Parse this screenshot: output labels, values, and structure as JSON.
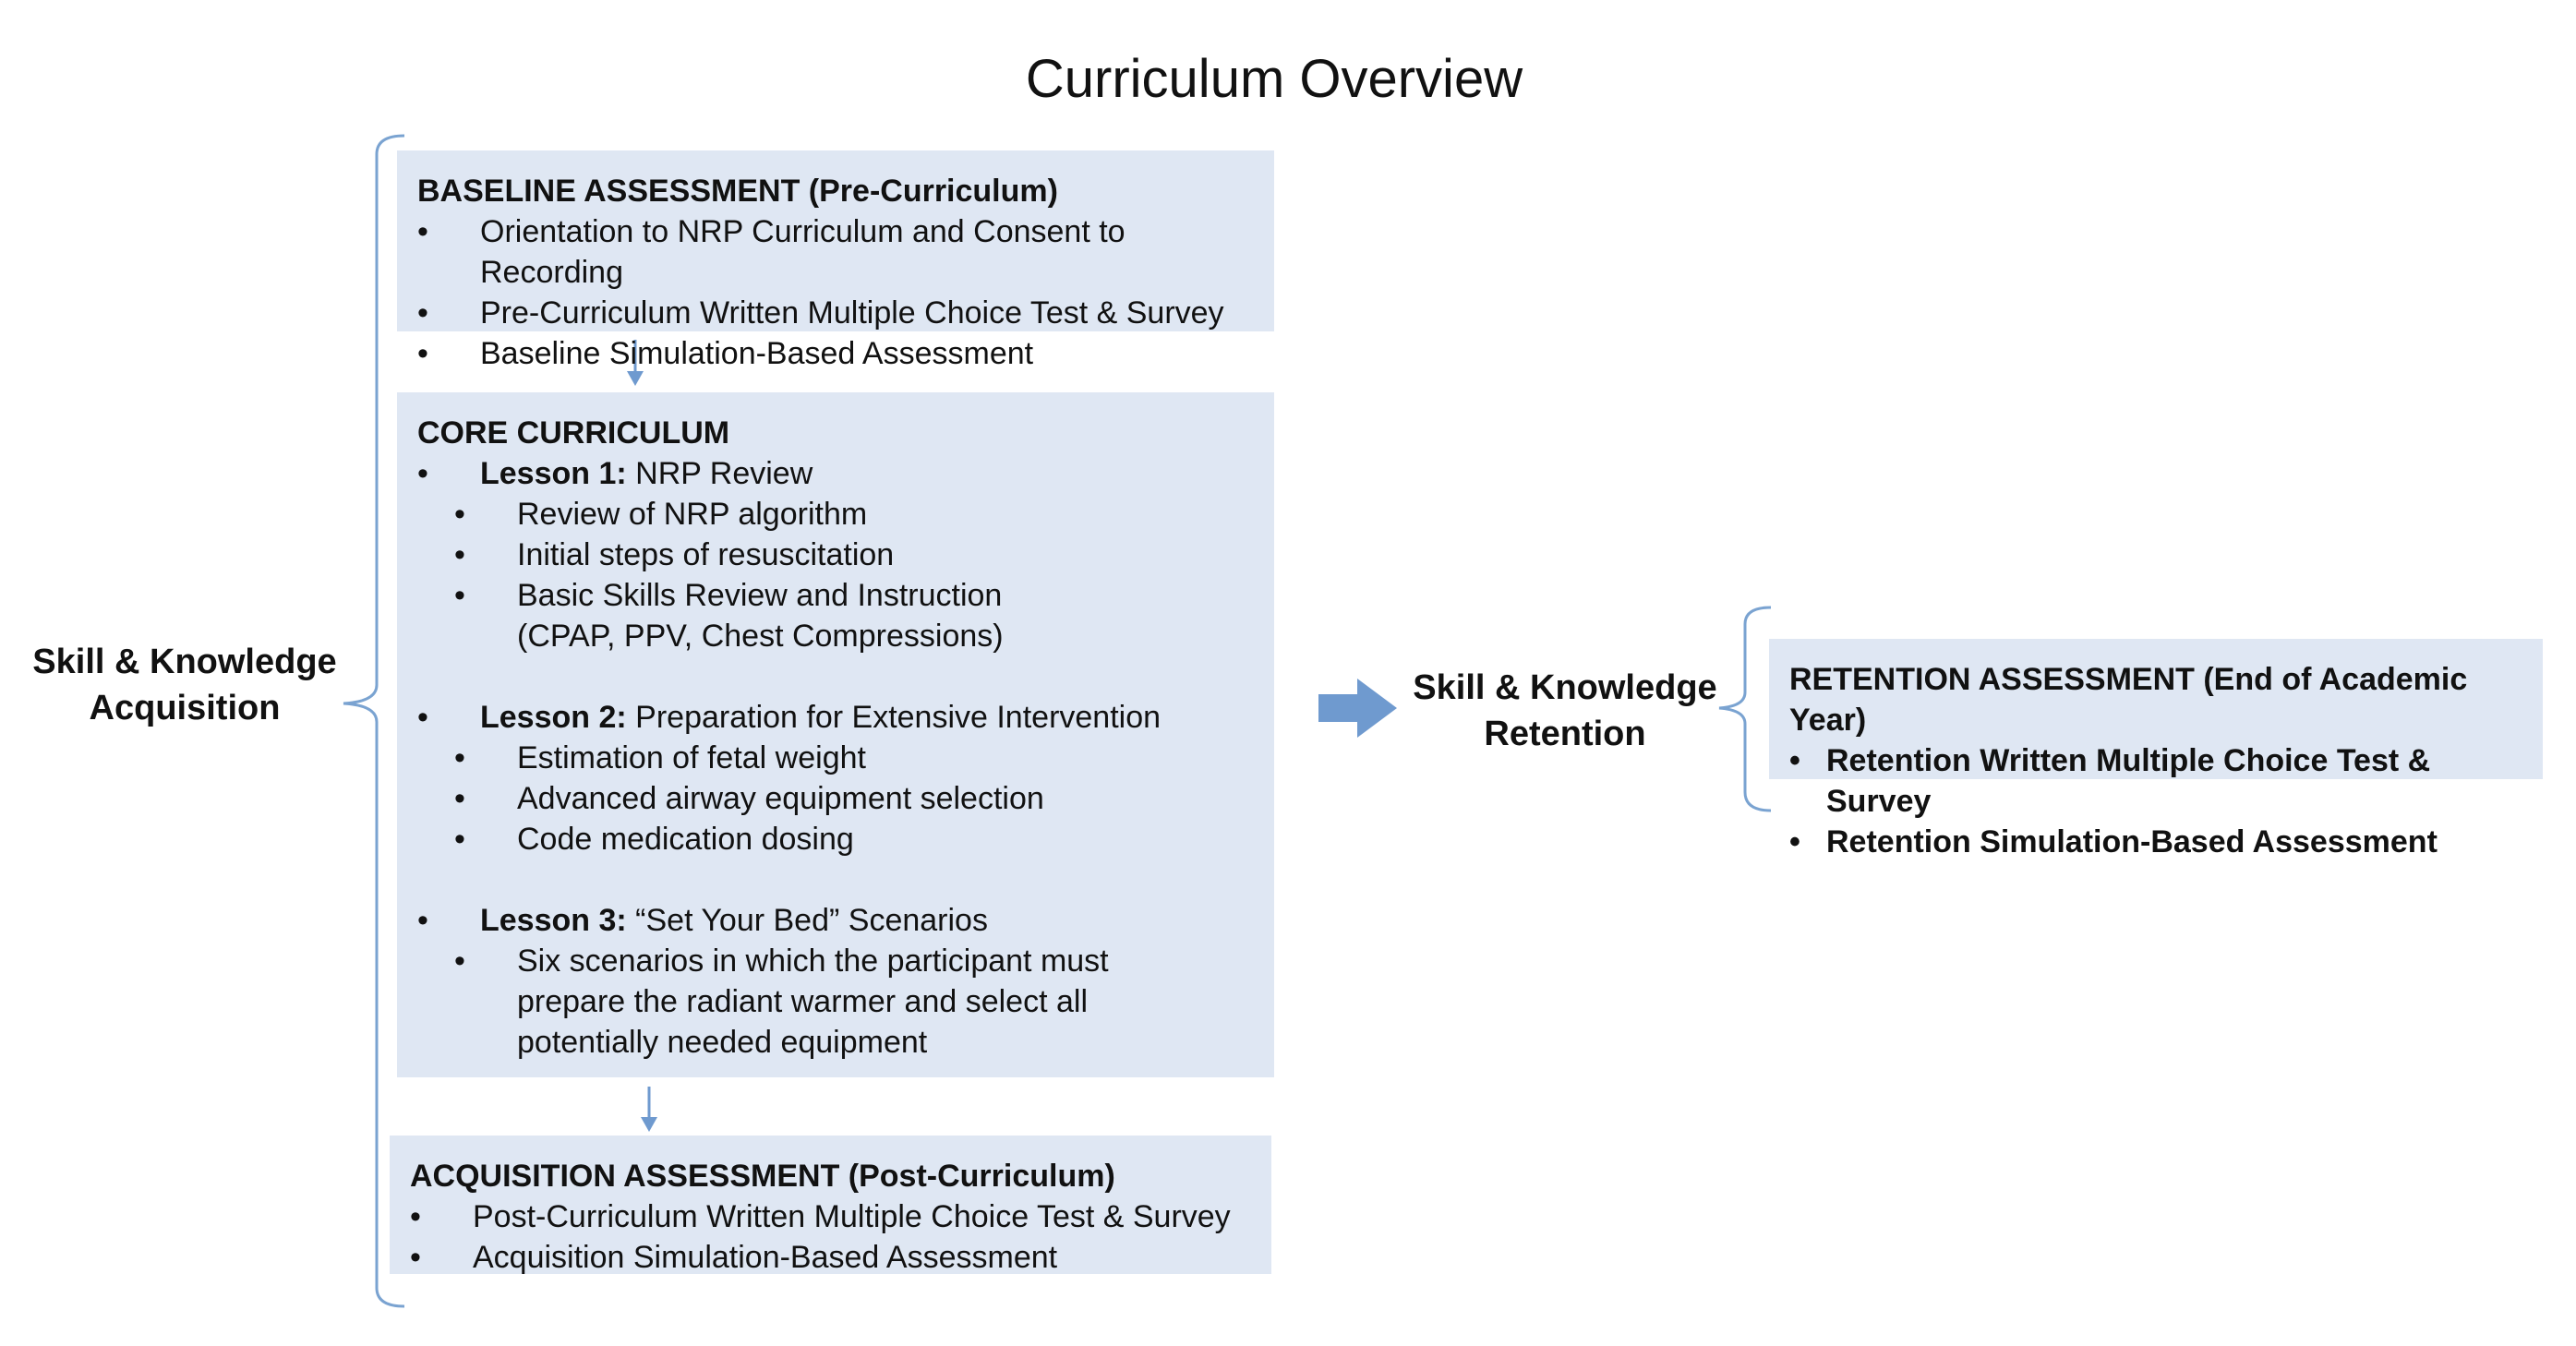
{
  "title": "Curriculum Overview",
  "colors": {
    "box_fill": "#dfe7f3",
    "arrow": "#6f9acf",
    "bracket": "#7aa3d1"
  },
  "left_label": {
    "line1": "Skill & Knowledge",
    "line2": "Acquisition"
  },
  "right_label": {
    "line1": "Skill & Knowledge",
    "line2": "Retention"
  },
  "baseline": {
    "heading": "BASELINE ASSESSMENT (Pre-Curriculum)",
    "items": [
      "Orientation to NRP Curriculum and Consent to Recording",
      "Pre-Curriculum Written Multiple Choice Test & Survey",
      "Baseline Simulation-Based Assessment"
    ]
  },
  "core": {
    "heading": "CORE CURRICULUM",
    "lessons": [
      {
        "label": "Lesson 1:",
        "title": " NRP Review",
        "items": [
          "Review of NRP algorithm",
          "Initial steps of resuscitation",
          "Basic Skills Review and Instruction",
          "(CPAP, PPV, Chest Compressions)"
        ]
      },
      {
        "label": "Lesson 2:",
        "title": " Preparation for Extensive Intervention",
        "items": [
          "Estimation of fetal weight",
          "Advanced airway equipment selection",
          "Code medication dosing"
        ]
      },
      {
        "label": "Lesson 3:",
        "title": " “Set Your Bed” Scenarios",
        "items": [
          "Six scenarios in which the participant must",
          "prepare the radiant warmer and select all",
          "potentially needed equipment"
        ]
      }
    ]
  },
  "acquisition": {
    "heading": "ACQUISITION ASSESSMENT (Post-Curriculum)",
    "items": [
      "Post-Curriculum Written Multiple Choice Test & Survey",
      "Acquisition Simulation-Based Assessment"
    ]
  },
  "retention": {
    "heading_bold": "RETENTION ASSESSMENT",
    "heading_rest": " (End of Academic Year)",
    "items": [
      "Retention Written Multiple Choice Test & Survey",
      "Retention Simulation-Based Assessment"
    ]
  }
}
